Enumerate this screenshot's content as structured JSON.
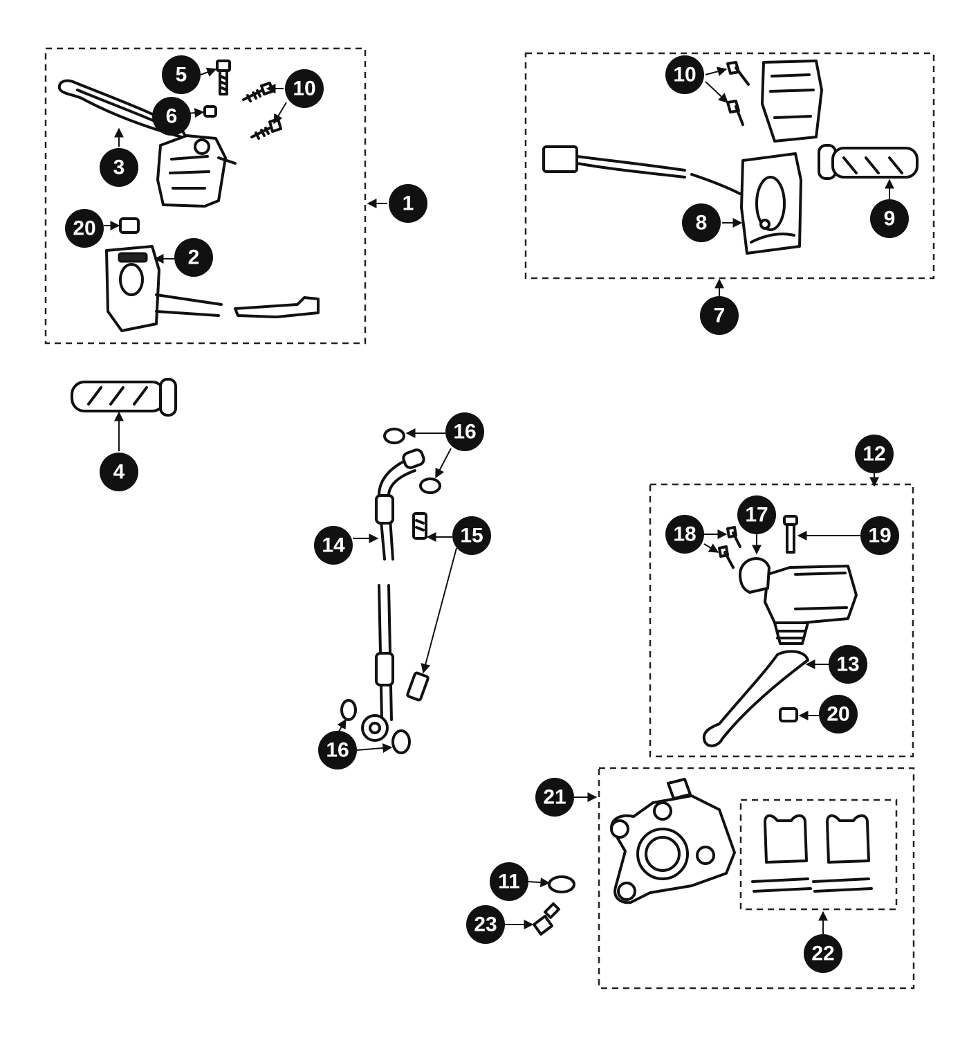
{
  "diagram": {
    "callouts": [
      "1",
      "2",
      "3",
      "4",
      "5",
      "6",
      "7",
      "8",
      "9",
      "10",
      "10",
      "11",
      "12",
      "13",
      "14",
      "15",
      "16",
      "16",
      "17",
      "18",
      "19",
      "20",
      "20",
      "21",
      "22",
      "23"
    ],
    "colors": {
      "callout_fill": "#111111",
      "callout_text": "#ffffff",
      "line": "#111111",
      "background": "#ffffff"
    }
  }
}
